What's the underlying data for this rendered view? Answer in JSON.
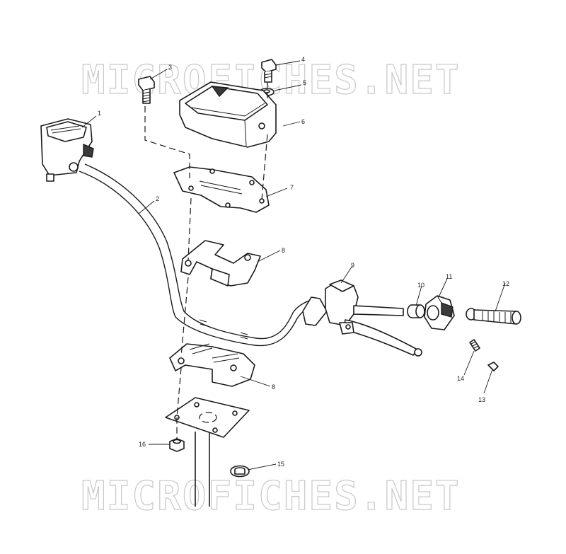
{
  "watermark": {
    "top": "MICROFICHES.NET",
    "bottom": "MICROFICHES.NET"
  },
  "callouts": [
    {
      "id": "1",
      "label": "1"
    },
    {
      "id": "2",
      "label": "2"
    },
    {
      "id": "3",
      "label": "3"
    },
    {
      "id": "4",
      "label": "4"
    },
    {
      "id": "5",
      "label": "5"
    },
    {
      "id": "6",
      "label": "6"
    },
    {
      "id": "7",
      "label": "7"
    },
    {
      "id": "8a",
      "label": "8"
    },
    {
      "id": "8b",
      "label": "8"
    },
    {
      "id": "9",
      "label": "9"
    },
    {
      "id": "10",
      "label": "10"
    },
    {
      "id": "11",
      "label": "11"
    },
    {
      "id": "12",
      "label": "12"
    },
    {
      "id": "13",
      "label": "13"
    },
    {
      "id": "14",
      "label": "14"
    },
    {
      "id": "15",
      "label": "15"
    },
    {
      "id": "16",
      "label": "16"
    }
  ]
}
